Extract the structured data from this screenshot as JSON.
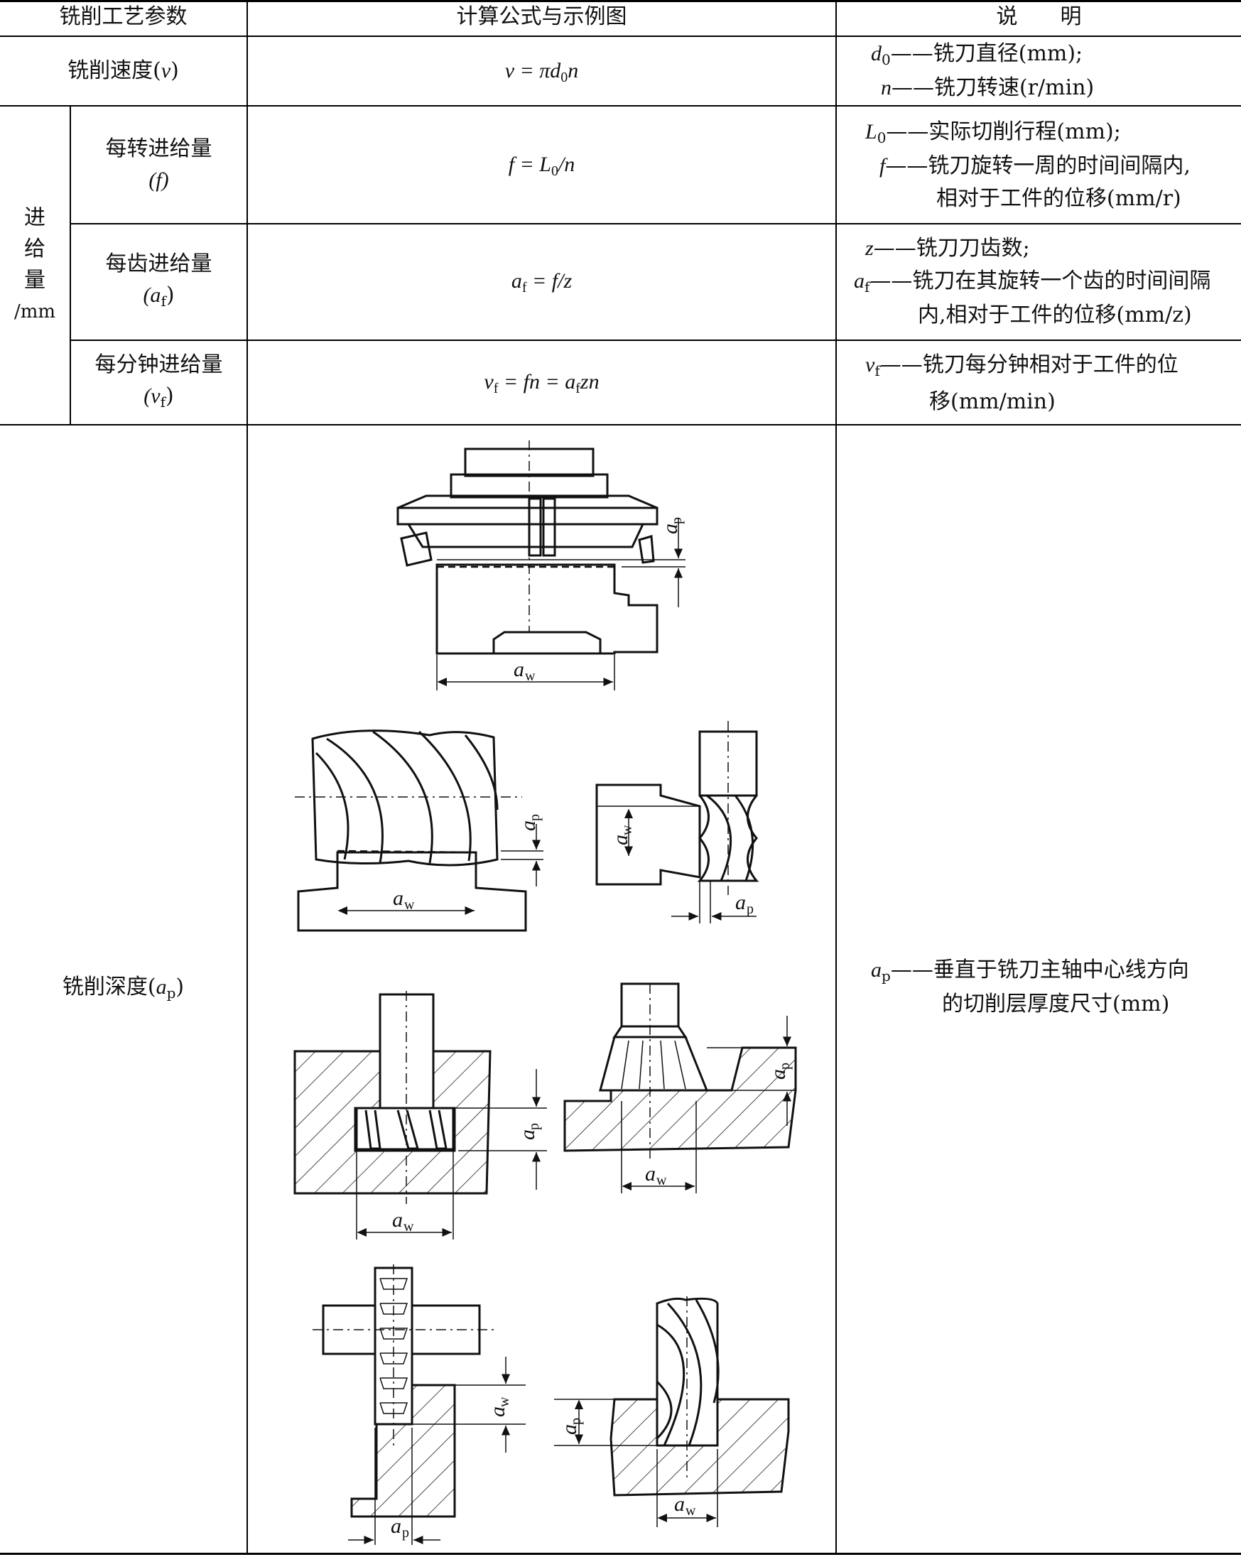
{
  "header": {
    "col1": "铣削工艺参数",
    "col2": "计算公式与示例图",
    "col3": "说　　明"
  },
  "rows": {
    "speed": {
      "param": "铣削速度(",
      "param_var": "v",
      "param_end": ")",
      "formula": "v = πd",
      "formula_sub": "0",
      "formula_end": "n",
      "desc1_var": "d",
      "desc1_sub": "0",
      "desc1_text": "——铣刀直径(mm);",
      "desc2_var": "n",
      "desc2_text": "——铣刀转速(r/min)"
    },
    "feed_group": {
      "label_chars": [
        "进",
        "给",
        "量"
      ],
      "label_unit": "/mm"
    },
    "feed_per_rev": {
      "param": "每转进给量",
      "param_var": "(f)",
      "formula": "f = L",
      "formula_sub": "0",
      "formula_end": "/n",
      "desc1_var": "L",
      "desc1_sub": "0",
      "desc1_text": "——实际切削行程(mm);",
      "desc2_var": "f",
      "desc2_text": "——铣刀旋转一周的时间间隔内,",
      "desc3_text": "相对于工件的位移(mm/r)"
    },
    "feed_per_tooth": {
      "param": "每齿进给量",
      "param_var": "(a",
      "param_sub": "f",
      "param_end": ")",
      "formula_pre": "a",
      "formula_sub": "f",
      "formula_end": " = f/z",
      "desc1_var": "z",
      "desc1_text": "——铣刀刀齿数;",
      "desc2_var": "a",
      "desc2_sub": "f",
      "desc2_text": "——铣刀在其旋转一个齿的时间间隔",
      "desc3_text": "内,相对于工件的位移(mm/z)"
    },
    "feed_per_min": {
      "param": "每分钟进给量",
      "param_var": "(v",
      "param_sub": "f",
      "param_end": ")",
      "formula_pre": "v",
      "formula_sub": "f",
      "formula_mid": " = fn = a",
      "formula_sub2": "f",
      "formula_end": "zn",
      "desc1_var": "v",
      "desc1_sub": "f",
      "desc1_text": "——铣刀每分钟相对于工件的位",
      "desc2_text": "移(mm/min)"
    },
    "depth": {
      "param": "铣削深度(",
      "param_var": "a",
      "param_sub": "p",
      "param_end": ")",
      "desc1_var": "a",
      "desc1_sub": "p",
      "desc1_text": "——垂直于铣刀主轴中心线方向",
      "desc2_text": "的切削层厚度尺寸(mm)"
    }
  },
  "diagram_labels": {
    "aw": "a",
    "aw_sub": "w",
    "ap": "a",
    "ap_sub": "p"
  }
}
